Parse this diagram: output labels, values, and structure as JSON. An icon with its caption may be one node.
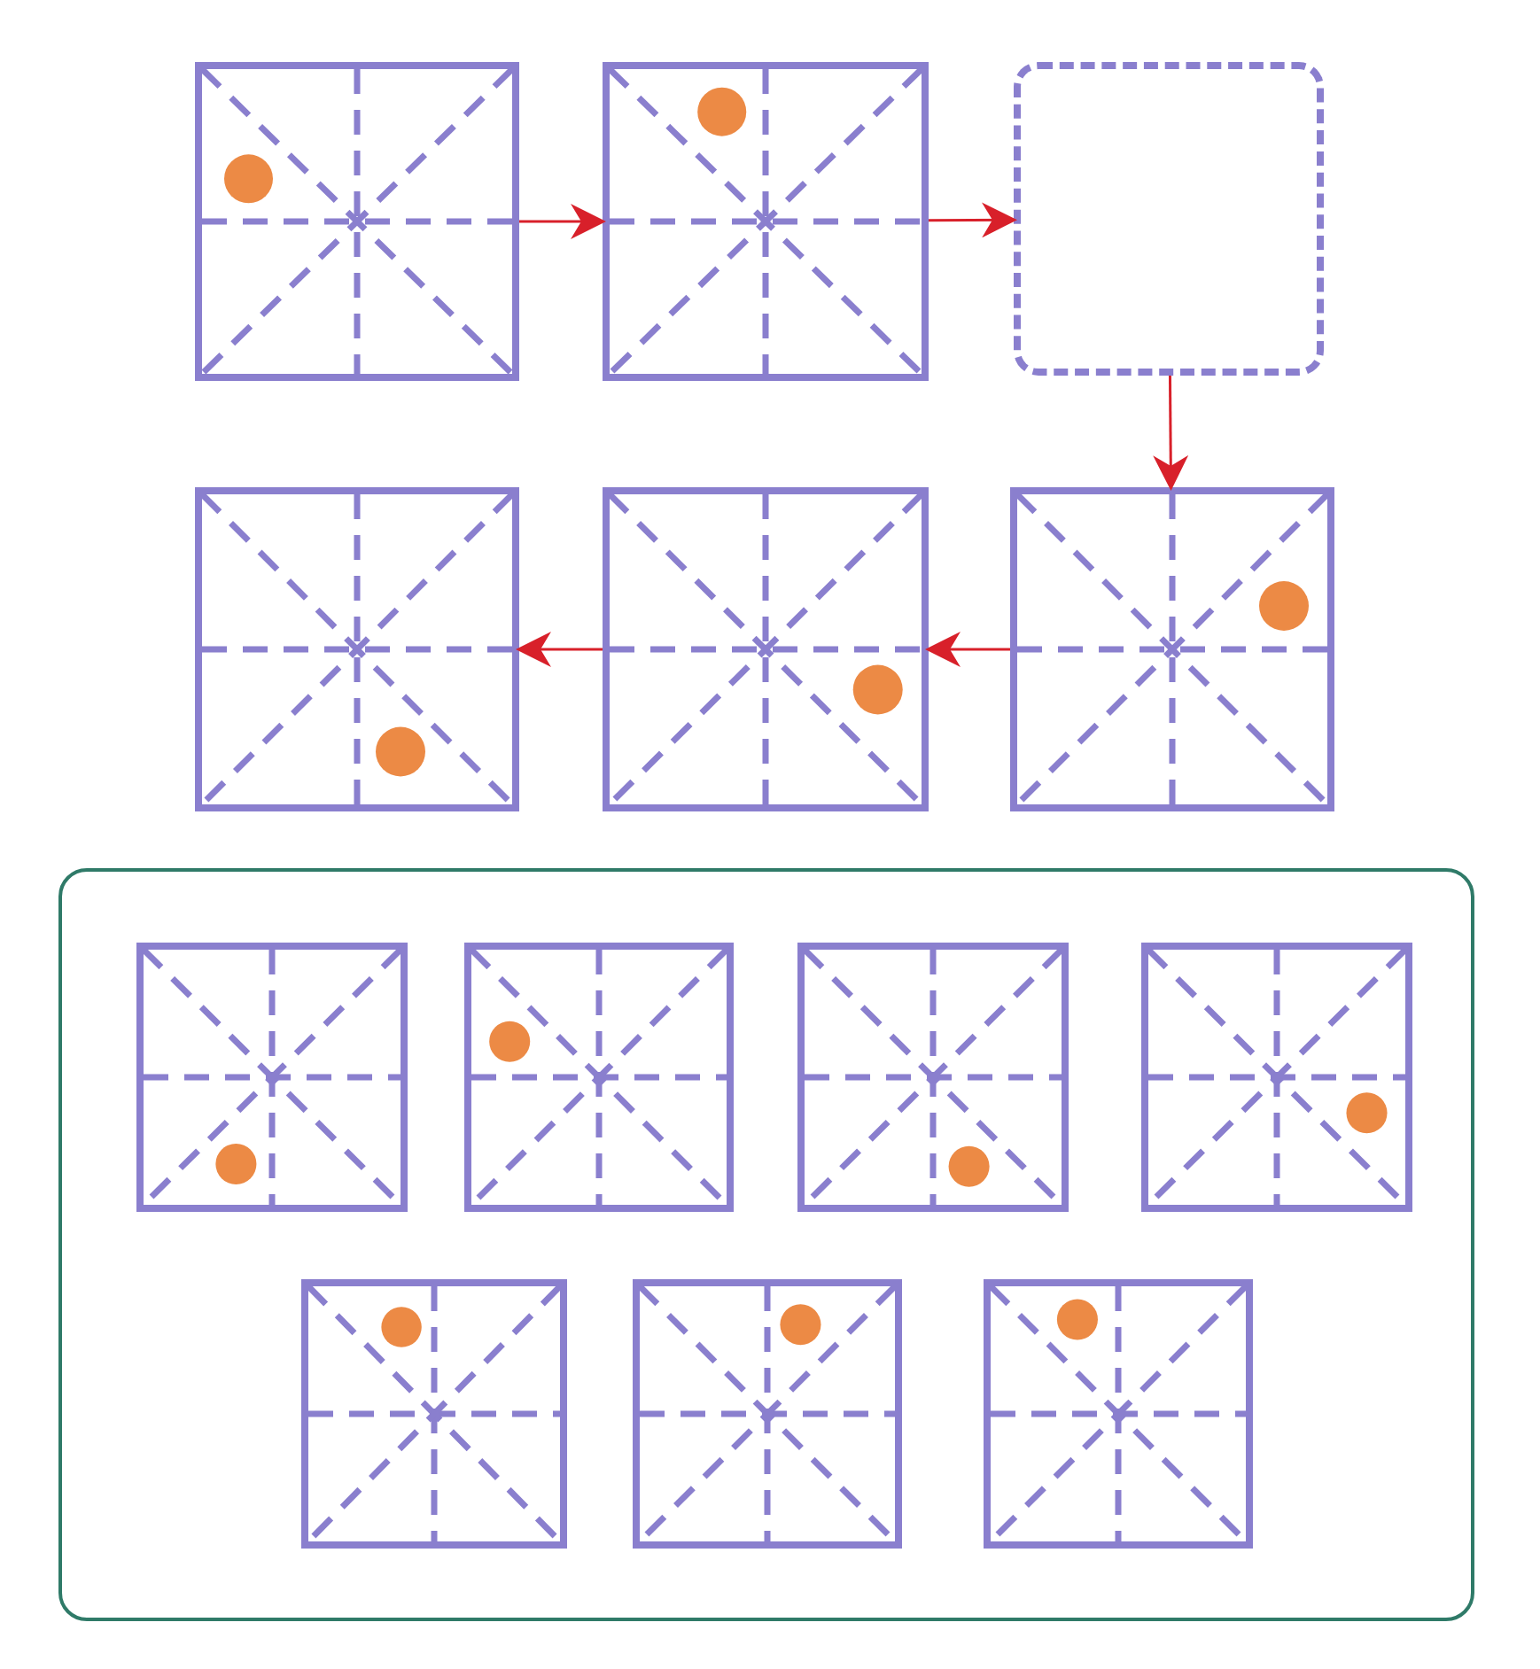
{
  "diagram": {
    "nodes": [
      {
        "text": [],
        "shape": "box"
      },
      {
        "text": [],
        "shape": "box"
      },
      {
        "text": [],
        "shape": "box"
      },
      {
        "text": [],
        "shape": "box"
      },
      {
        "text": [],
        "shape": "box"
      },
      {
        "text": [],
        "shape": "box"
      },
      {
        "text": [],
        "shape": "box"
      },
      {
        "text": [],
        "shape": "box",
        "in": 6
      },
      {
        "text": [],
        "shape": "box",
        "in": 6
      },
      {
        "text": [],
        "shape": "box",
        "in": 6
      },
      {
        "text": [],
        "shape": "box",
        "in": 6
      },
      {
        "text": [],
        "shape": "box",
        "in": 6
      },
      {
        "text": [],
        "shape": "box",
        "in": 6
      },
      {
        "text": [],
        "shape": "box",
        "in": 6
      }
    ],
    "edges": [
      {
        "from": 0,
        "to": 1,
        "arrow": "to"
      },
      {
        "from": 1,
        "to": 2,
        "arrow": "to"
      },
      {
        "from": 2,
        "to": 5,
        "arrow": "to"
      },
      {
        "from": 5,
        "to": 4,
        "arrow": "to"
      },
      {
        "from": 4,
        "to": 3,
        "arrow": "to"
      }
    ]
  }
}
